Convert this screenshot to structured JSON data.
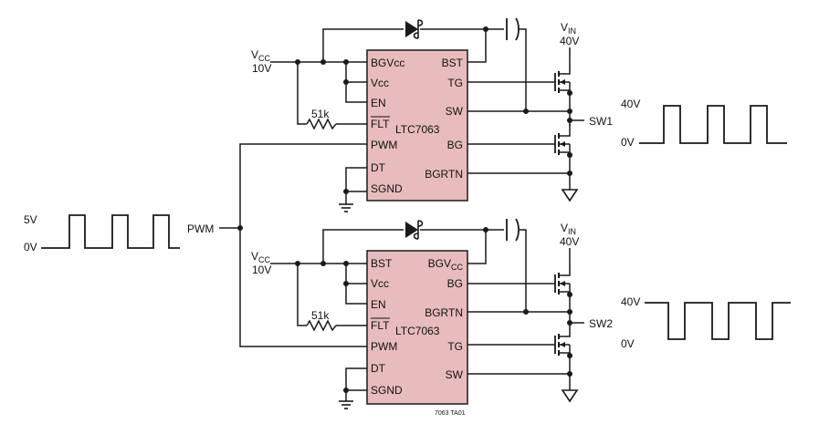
{
  "chip": {
    "part": "LTC7063",
    "top_pins_left": [
      "BGVcc",
      "Vcc",
      "EN",
      "FLT",
      "PWM",
      "DT",
      "SGND"
    ],
    "top_pins_right": [
      "BST",
      "TG",
      "SW",
      "BG",
      "BGRTN"
    ],
    "bot_pins_left": [
      "BST",
      "Vcc",
      "EN",
      "FLT",
      "PWM",
      "DT",
      "SGND"
    ],
    "bot_pins_right_1": "BGV",
    "bot_pins_right_1_sub": "CC",
    "bot_pins_right": [
      "BG",
      "BGRTN",
      "TG",
      "SW"
    ]
  },
  "labels": {
    "vcc_main": "V",
    "vcc_sub": "CC",
    "vcc_value": "10V",
    "vin_main": "V",
    "vin_sub": "IN",
    "vin_value": "40V",
    "resistor": "51k",
    "sw1": "SW1",
    "sw2": "SW2",
    "pwm": "PWM",
    "in_high": "5V",
    "in_low": "0V",
    "out_high": "40V",
    "out_low": "0V",
    "figure_id": "7063 TA01"
  },
  "colors": {
    "chip_fill": "#e8bcbc",
    "wire": "#1a1a1a"
  }
}
